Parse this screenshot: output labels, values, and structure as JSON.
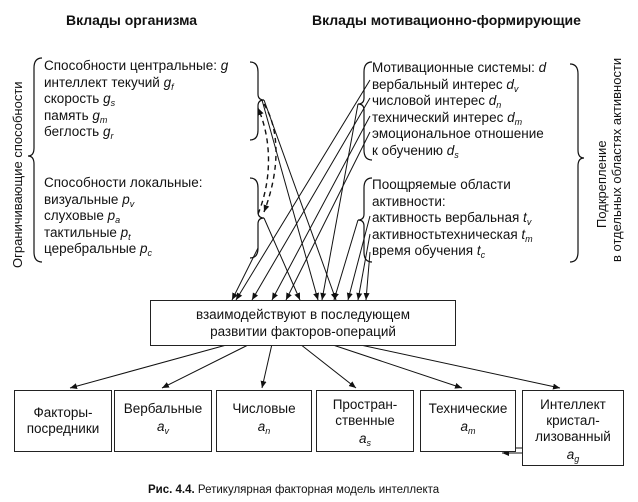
{
  "headers": {
    "left": "Вклады организма",
    "right": "Вклады мотивационно-формирующие"
  },
  "side_labels": {
    "left": "Ограничивающие способности",
    "right_line1": "Подкрепление",
    "right_line2": "в отдельных областях активности"
  },
  "central_abilities": [
    {
      "text": "Способности центральные: ",
      "sym": "g",
      "sub": ""
    },
    {
      "text": "интеллект текучий ",
      "sym": "g",
      "sub": "f"
    },
    {
      "text": "скорость ",
      "sym": "g",
      "sub": "s"
    },
    {
      "text": "память ",
      "sym": "g",
      "sub": "m"
    },
    {
      "text": "беглость ",
      "sym": "g",
      "sub": "r"
    }
  ],
  "local_abilities": [
    {
      "text": "Способности локальные:",
      "sym": "",
      "sub": ""
    },
    {
      "text": "визуальные ",
      "sym": "p",
      "sub": "v"
    },
    {
      "text": "слуховые ",
      "sym": "p",
      "sub": "a"
    },
    {
      "text": "тактильные ",
      "sym": "p",
      "sub": "t"
    },
    {
      "text": "церебральные ",
      "sym": "p",
      "sub": "c"
    }
  ],
  "motivation_systems": [
    {
      "text": "Мотивационные системы: ",
      "sym": "d",
      "sub": ""
    },
    {
      "text": "вербальный интерес ",
      "sym": "d",
      "sub": "v"
    },
    {
      "text": "числовой интерес ",
      "sym": "d",
      "sub": "n"
    },
    {
      "text": "технический интерес ",
      "sym": "d",
      "sub": "m"
    },
    {
      "text": "эмоциональное отношение",
      "sym": "",
      "sub": ""
    },
    {
      "text": "к обучению ",
      "sym": "d",
      "sub": "s"
    }
  ],
  "encouraged_areas": [
    {
      "text": "Поощряемые области",
      "sym": "",
      "sub": ""
    },
    {
      "text": "активности:",
      "sym": "",
      "sub": ""
    },
    {
      "text": "активность вербальная ",
      "sym": "t",
      "sub": "v"
    },
    {
      "text": "активностьтехническая ",
      "sym": "t",
      "sub": "m"
    },
    {
      "text": "время обучения ",
      "sym": "t",
      "sub": "c"
    }
  ],
  "interaction_box": {
    "line1": "взаимодействуют в последующем",
    "line2": "развитии факторов-операций"
  },
  "factor_boxes": [
    {
      "lines": [
        "Факторы-",
        "посредники"
      ],
      "sym": "",
      "sub": ""
    },
    {
      "lines": [
        "Вербальные"
      ],
      "sym": "a",
      "sub": "v"
    },
    {
      "lines": [
        "Числовые"
      ],
      "sym": "a",
      "sub": "n"
    },
    {
      "lines": [
        "Простран-",
        "ственные"
      ],
      "sym": "a",
      "sub": "s"
    },
    {
      "lines": [
        "Технические"
      ],
      "sym": "a",
      "sub": "m"
    },
    {
      "lines": [
        "Интеллект",
        "кристал-",
        "лизованный"
      ],
      "sym": "a",
      "sub": "g"
    }
  ],
  "caption": {
    "label": "Рис. 4.4.",
    "text": " Ретикулярная факторная модель интеллекта"
  }
}
